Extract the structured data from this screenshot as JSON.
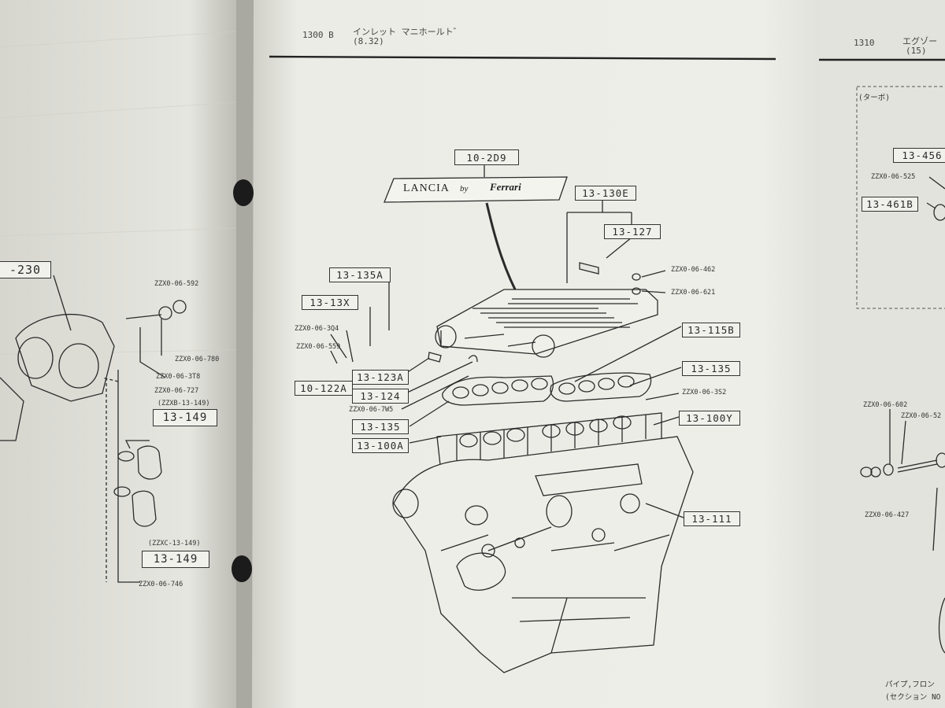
{
  "header": {
    "center_code": "1300 B",
    "center_title_jp": "インレット マニホールト゛",
    "center_subtitle": "(8.32)",
    "right_code": "1310",
    "right_title_jp": "エグゾー",
    "right_subtitle": "(15)"
  },
  "plate": {
    "text_lancia": "LANCIA",
    "text_by": "by",
    "text_ferrari": "Ferrari"
  },
  "center_parts": {
    "p_10_2d9": "10-2D9",
    "p_13_130e": "13-130E",
    "p_13_127": "13-127",
    "p_13_135a": "13-135A",
    "p_13_13x": "13-13X",
    "p_13_123a": "13-123A",
    "p_13_124": "13-124",
    "p_13_135_left": "13-135",
    "p_13_100a": "13-100A",
    "p_10_122a": "10-122A",
    "p_13_115b": "13-115B",
    "p_13_135_right": "13-135",
    "p_13_100y": "13-100Y",
    "p_13_111": "13-111"
  },
  "center_codes": {
    "c_462": "ZZX0-06-462",
    "c_621": "ZZX0-06-621",
    "c_3q4": "ZZX0-06-3Q4",
    "c_559": "ZZX0-06-559",
    "c_7w5": "ZZX0-06-7W5",
    "c_3s2": "ZZX0-06-3S2"
  },
  "left_parts": {
    "p_230": "-230",
    "p_149_a": "13-149",
    "p_149_b": "13-149"
  },
  "left_codes": {
    "c_592": "ZZX0-06-592",
    "c_780": "ZZX0-06-780",
    "c_3t8": "ZZX0-06-3T8",
    "c_727": "ZZX0-06-727",
    "c_zzxb": "(ZZXB-13-149)",
    "c_zzxc": "(ZZXC-13-149)",
    "c_746": "ZZX0-06-746"
  },
  "right_side": {
    "turbo_label": "(ターボ)",
    "p_456": "13-456",
    "p_461b": "13-461B",
    "c_525": "ZZX0-06-525",
    "c_602": "ZZX0-06-602",
    "c_52": "ZZX0-06-52",
    "c_427": "ZZX0-06-427",
    "footer_1": "パイプ,フロン",
    "footer_2": "(セクション NO"
  }
}
